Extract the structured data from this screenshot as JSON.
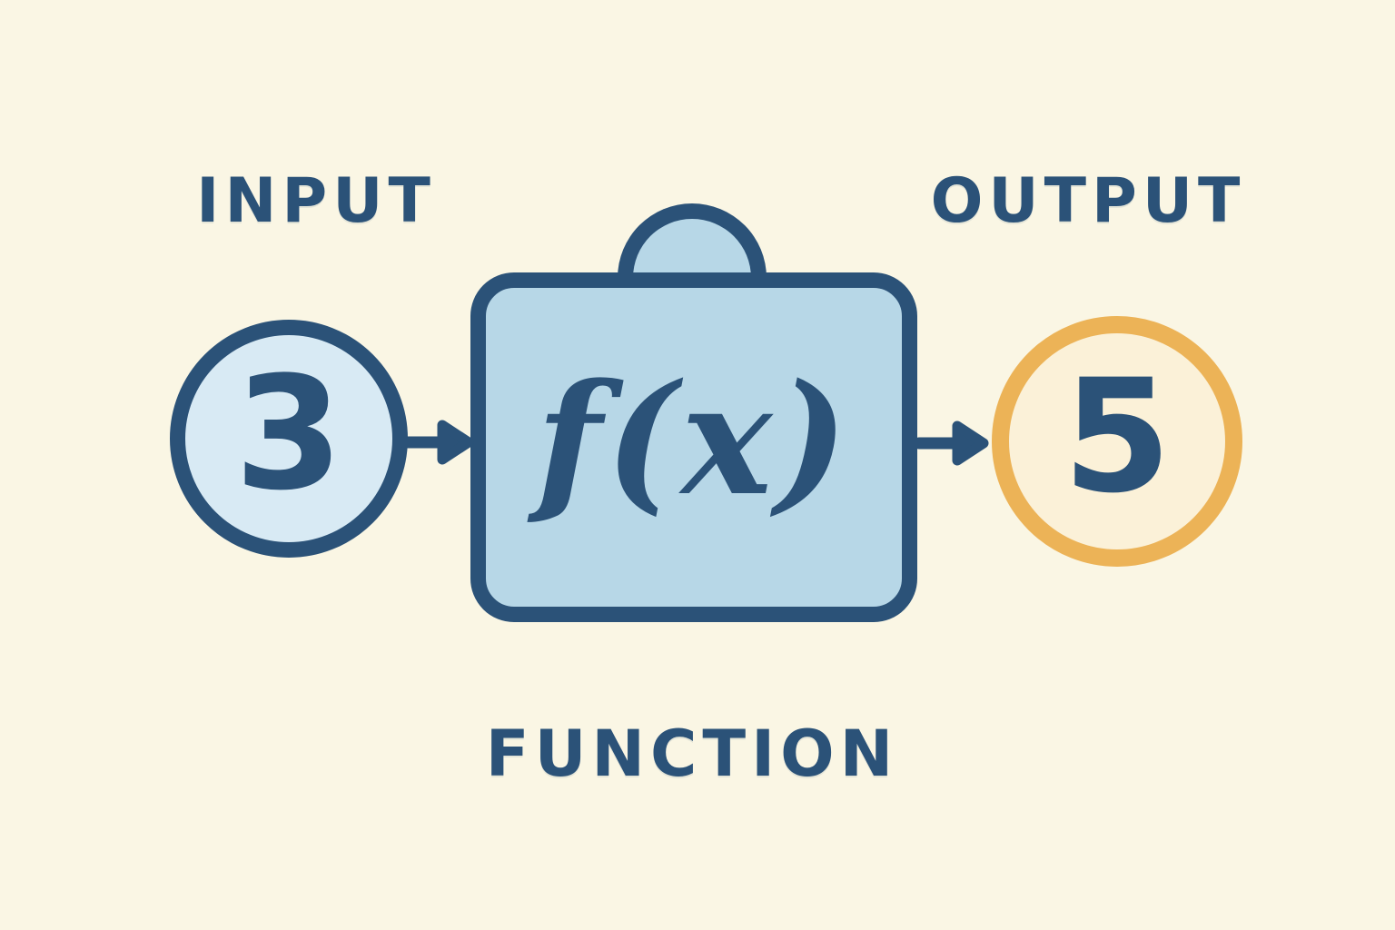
{
  "diagram": {
    "input": {
      "label": "INPUT",
      "value": "3"
    },
    "function": {
      "label": "FUNCTION",
      "expression": "f(x)"
    },
    "output": {
      "label": "OUTPUT",
      "value": "5"
    },
    "arrows": [
      {
        "name": "input-to-function",
        "direction": "right"
      },
      {
        "name": "function-to-output",
        "direction": "right"
      }
    ],
    "colors": {
      "background": "#FAF6E4",
      "ink_navy": "#2B5278",
      "input_circle_fill": "#D8EAF4",
      "function_box_fill": "#B7D7E7",
      "output_circle_fill": "#FBF1D8",
      "output_circle_stroke": "#ECB357"
    }
  }
}
